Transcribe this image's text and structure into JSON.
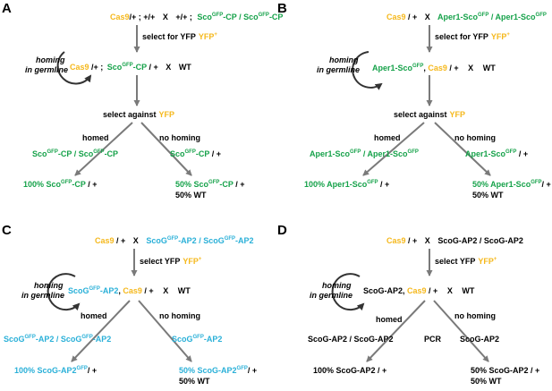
{
  "colors": {
    "black": "#000000",
    "yellow": "#f5b81c",
    "green": "#16a24a",
    "cyan": "#2ab0d8",
    "arrow": "#7a7a7a"
  },
  "symbols": {
    "cross": "X",
    "plus": "+"
  },
  "common": {
    "select_for_yfp": "select for YFP",
    "select_yfp": "select YFP",
    "yfp": "YFP",
    "select_against": "select against",
    "homing": "homing",
    "in_germline": "in germline",
    "homed": "homed",
    "no_homing": "no homing",
    "wt": "WT",
    "fifty_wt": "50% WT",
    "pcr": "PCR"
  },
  "panels": {
    "A": {
      "label": "A",
      "cross_left": "Cas9/+ ; +/+",
      "cross_right_pre": "+/+ ;",
      "cross_right": "Sco-CP / Sco-CP",
      "f1": "Sco-CP / +",
      "homed": "Sco-CP / Sco-CP",
      "nohoming": "Sco-CP / +",
      "result_left": "100% Sco-CP / +",
      "result_right": "50% Sco-CP / +"
    },
    "B": {
      "label": "B",
      "cross_left": "Cas9 / +",
      "cross_right": "Aper1-Sco / Aper1-Sco",
      "f1": "Aper1-Sco, Cas9 / +",
      "homed": "Aper1-Sco / Aper1-Sco",
      "nohoming": "Aper1-Sco / +",
      "result_left": "100% Aper1-Sco / +",
      "result_right": "50% Aper1-Sco / +"
    },
    "C": {
      "label": "C",
      "cross_left": "Cas9 / +",
      "cross_right": "ScoG-AP2 / ScoG-AP2",
      "f1": "ScoG-AP2, Cas9 / +",
      "homed": "ScoG-AP2 / ScoG-AP2",
      "nohoming": "ScoG-AP2",
      "result_left": "100% ScoG-AP2 / +",
      "result_right": "50% ScoG-AP2 / +"
    },
    "D": {
      "label": "D",
      "cross_left": "Cas9 / +",
      "cross_right": "ScoG-AP2 / ScoG-AP2",
      "f1": "ScoG-AP2, Cas9 / +",
      "homed": "ScoG-AP2 / ScoG-AP2",
      "nohoming": "ScoG-AP2",
      "result_left": "100% ScoG-AP2 / +",
      "result_right": "50% ScoG-AP2 / +"
    }
  }
}
